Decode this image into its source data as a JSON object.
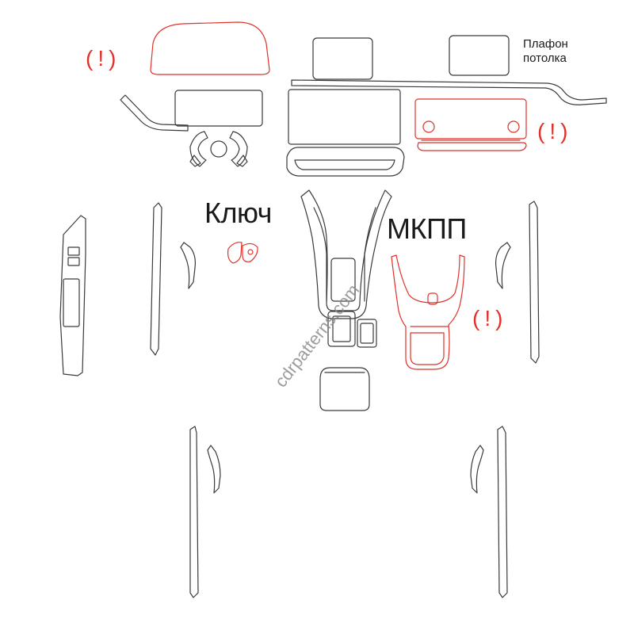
{
  "labels": {
    "ceiling_light": [
      "Плафон",
      "потолка"
    ],
    "key": "Ключ",
    "manual_gearbox": "МКПП",
    "warning": "(!)"
  },
  "watermark": "cdrpatterns.com",
  "colors": {
    "outline": "#3a3a3a",
    "warning": "#e0322a",
    "background": "#ffffff"
  }
}
